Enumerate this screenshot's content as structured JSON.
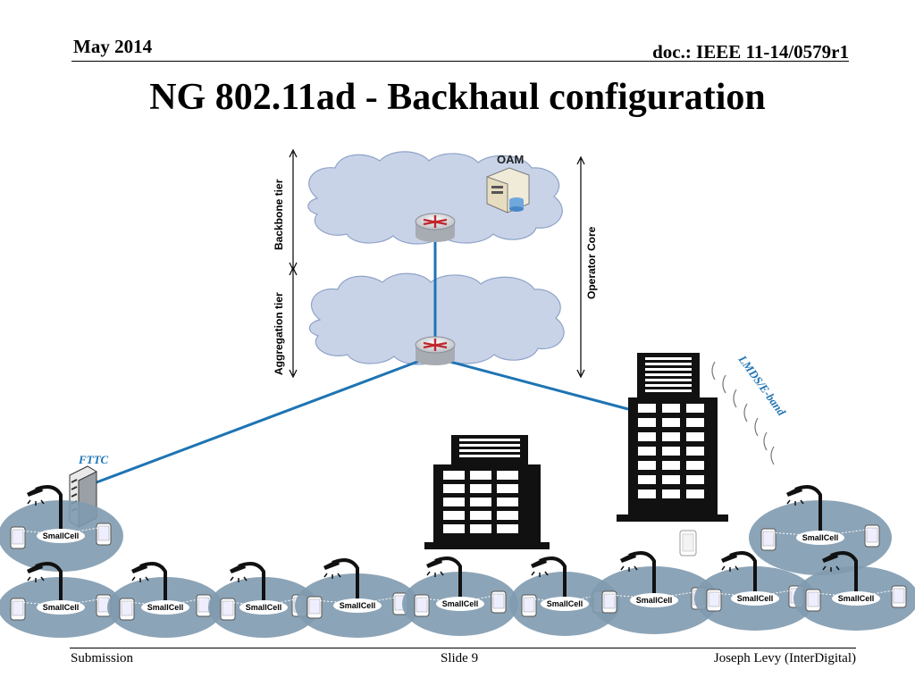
{
  "header": {
    "date": "May 2014",
    "doc": "doc.: IEEE 11-14/0579r1"
  },
  "title": "NG 802.11ad - Backhaul configuration",
  "diagram": {
    "backbone_label": "Backbone tier",
    "aggregation_label": "Aggregation tier",
    "operator_core_label": "Operator Core",
    "oam_label": "OAM",
    "fttc_label": "FTTC",
    "lmds_label": "LMDS/E-band",
    "smallcell_label": "SmallCell",
    "colors": {
      "cloud": "#c9d3e8",
      "link": "#1f74b4",
      "cell": "#7f9aaf",
      "accent_text": "#1f74b4"
    }
  },
  "footer": {
    "left": "Submission",
    "center": "Slide 9",
    "right": "Joseph Levy (InterDigital)"
  }
}
